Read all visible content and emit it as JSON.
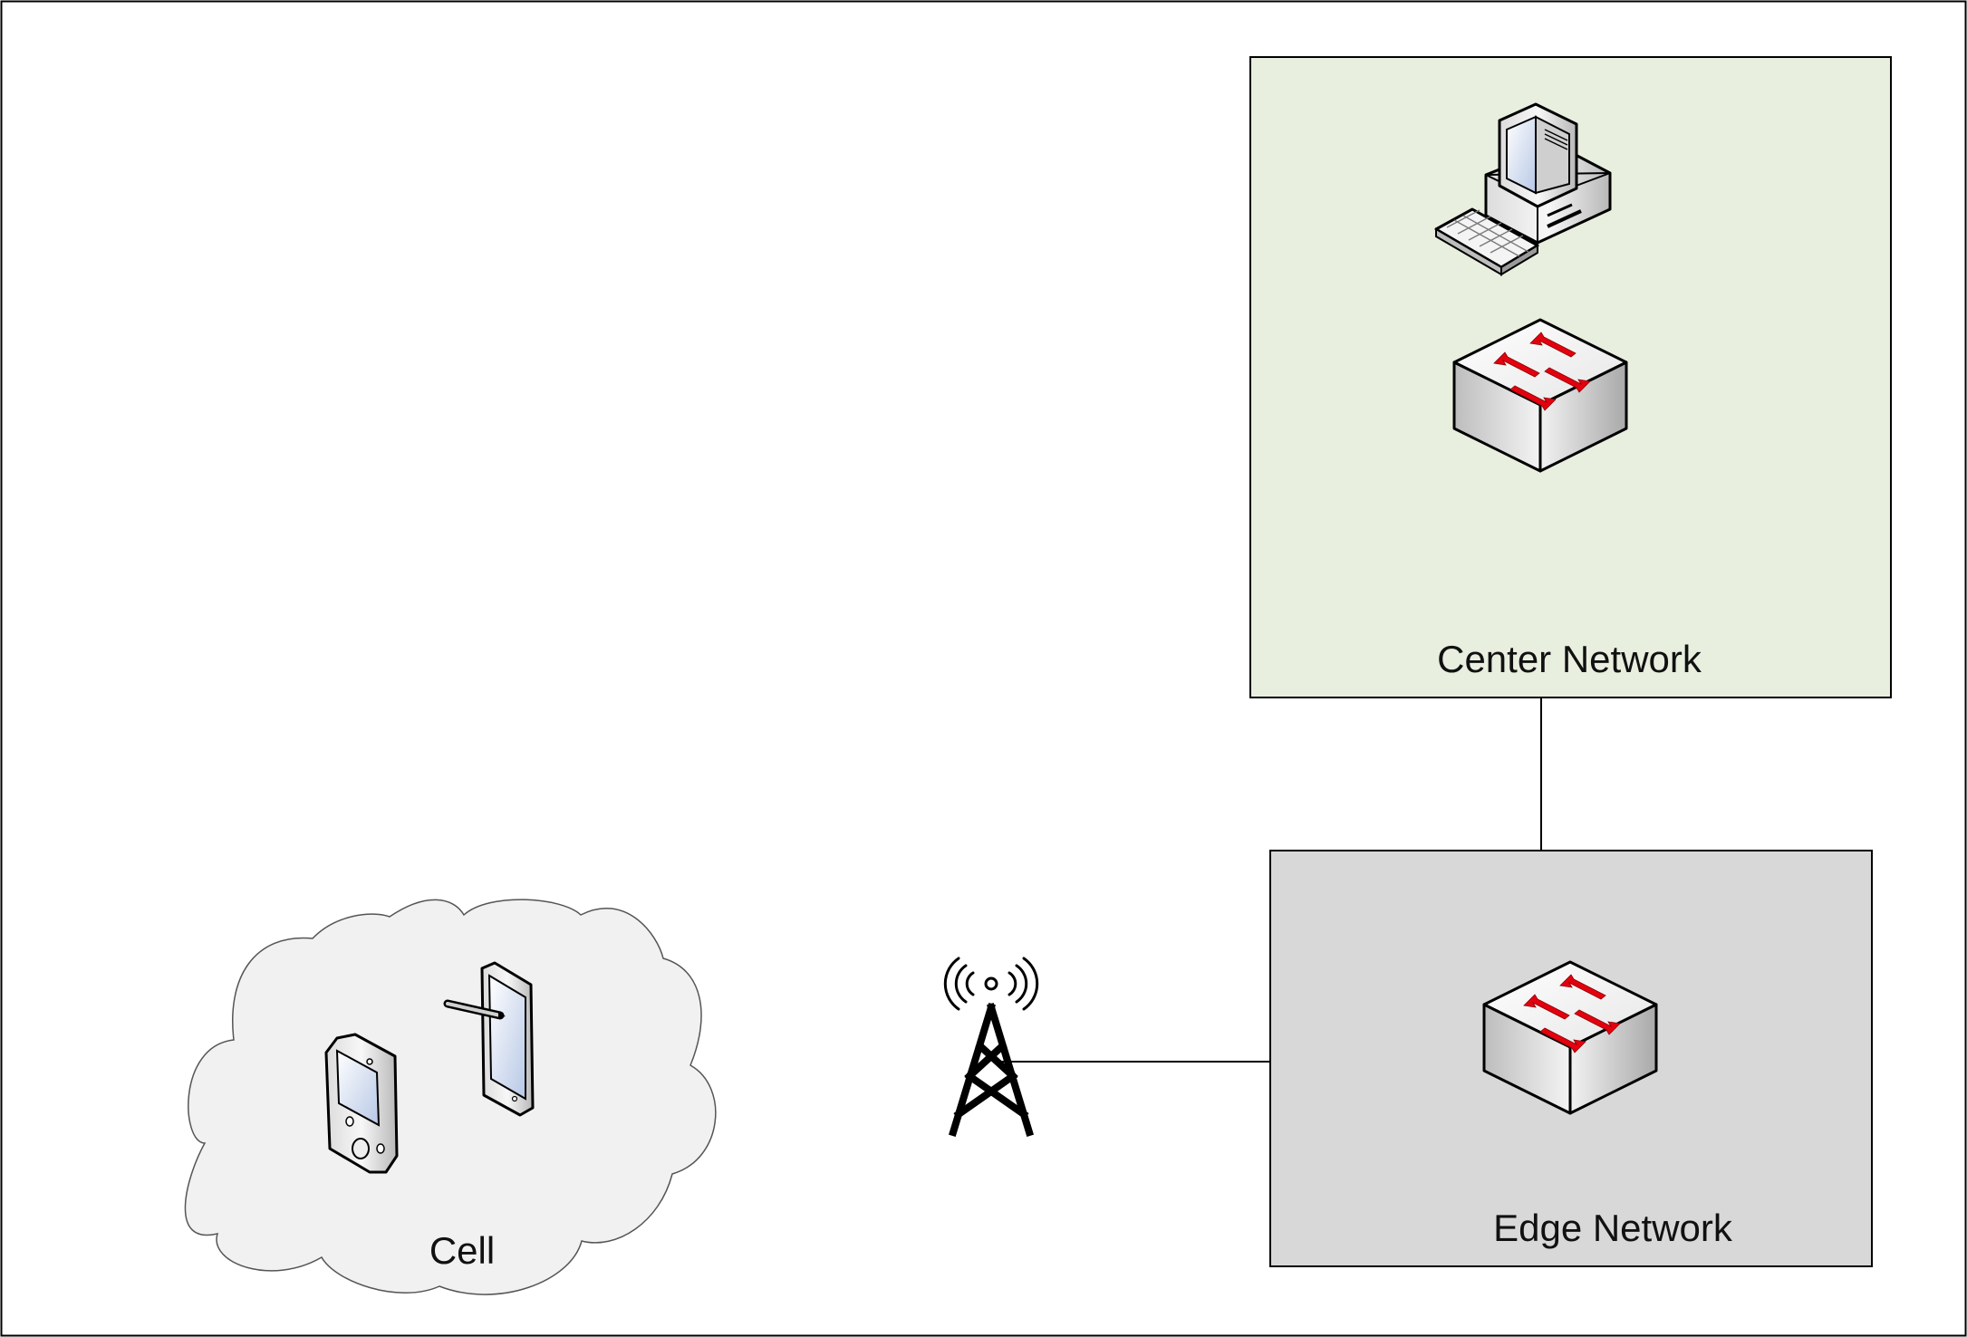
{
  "labels": {
    "center_network": "Center Network",
    "edge_network": "Edge Network",
    "cell": "Cell"
  },
  "colors": {
    "center_network_fill": "#e8efdf",
    "edge_network_fill": "#d8d8d8",
    "cell_fill": "#f1f1f1",
    "switch_arrow": "#e3000f",
    "border": "#000000"
  },
  "icons": {
    "center": [
      "desktop-computer-icon",
      "network-switch-icon"
    ],
    "edge": [
      "network-switch-icon"
    ],
    "cell": [
      "pda-icon",
      "tablet-stylus-icon"
    ],
    "link": "cell-tower-icon"
  }
}
